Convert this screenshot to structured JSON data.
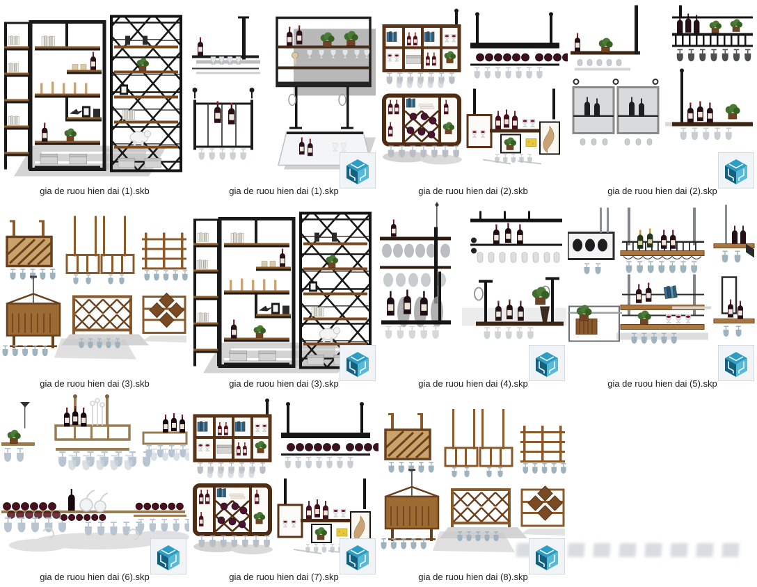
{
  "page": {
    "background": "#ffffff",
    "watermark": {
      "visible": true,
      "text_legible": false
    }
  },
  "badge": {
    "icon": "sketchup-logo",
    "bg": "#f1f4f6",
    "border": "#c9d2d8",
    "teal_top": "#2d9dc4",
    "teal_dark": "#16607f",
    "teal_light": "#55b9d8"
  },
  "palette": {
    "metal_black": "#1c1c1c",
    "wood_dark": "#5f3b1e",
    "wood_mid": "#8a5a2b",
    "wood_tan": "#b78a53",
    "bronze": "#9a7b52",
    "glass_gray": "#c9ced3",
    "glass_blue": "#aebfca",
    "shadow_gray": "#bdbdbd",
    "bottle_dark": "#241016",
    "wine_red": "#7a1025",
    "plant_green": "#3f6d2e",
    "book_blue": "#3c6e8f"
  },
  "files": [
    {
      "label": "gia de ruou hien dai (1).skb",
      "type": "skb",
      "scene": "etagere-hex",
      "badge": false
    },
    {
      "label": "gia de ruou hien dai (1).skp",
      "type": "skp",
      "scene": "wall-shelves",
      "badge": true
    },
    {
      "label": "gia de ruou hien dai (2).skb",
      "type": "skb",
      "scene": "cabinet-hanging",
      "badge": false
    },
    {
      "label": "gia de ruou hien dai (2).skp",
      "type": "skp",
      "scene": "mesh-hanging",
      "badge": true
    },
    {
      "label": "gia de ruou hien dai (3).skb",
      "type": "skb",
      "scene": "wood-racks",
      "badge": false
    },
    {
      "label": "gia de ruou hien dai (3).skp",
      "type": "skp",
      "scene": "etagere-hex",
      "badge": true
    },
    {
      "label": "gia de ruou hien dai (4).skp",
      "type": "skp",
      "scene": "black-hanging",
      "badge": true
    },
    {
      "label": "gia de ruou hien dai (5).skp",
      "type": "skp",
      "scene": "wood-metal",
      "badge": true
    },
    {
      "label": "gia de ruou hien dai (6).skp",
      "type": "skp",
      "scene": "bronze-stemware",
      "badge": true
    },
    {
      "label": "gia de ruou hien dai (7).skp",
      "type": "skp",
      "scene": "cabinet-hanging",
      "badge": true
    },
    {
      "label": "gia de ruou hien dai (8).skp",
      "type": "skp",
      "scene": "wood-racks",
      "badge": true
    }
  ]
}
